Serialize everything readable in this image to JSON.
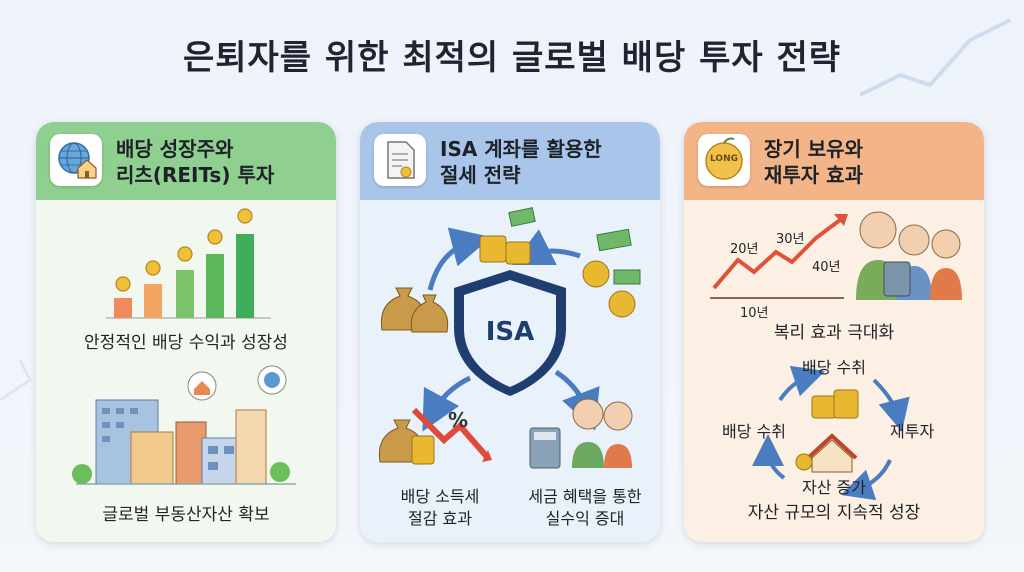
{
  "title": "은퇴자를 위한 최적의 글로벌 배당 투자 전략",
  "cards": [
    {
      "heading_line1": "배당 성장주와",
      "heading_line2": "리츠(REITs) 투자",
      "caption_top": "안정적인 배당 수익과 성장성",
      "caption_bottom": "글로벌 부동산자산 확보"
    },
    {
      "heading_line1": "ISA 계좌를 활용한",
      "heading_line2": "절세 전략",
      "shield_text": "ISA",
      "caption_left_line1": "배당 소득세",
      "caption_left_line2": "절감 효과",
      "caption_right_line1": "세금 혜택을 통한",
      "caption_right_line2": "실수익 증대",
      "percent_sign": "%"
    },
    {
      "heading_line1": "장기 보유와",
      "heading_line2": "재투자 효과",
      "badge": "LONG",
      "years": [
        "10년",
        "20년",
        "30년",
        "40년"
      ],
      "caption_mid": "복리 효과 극대화",
      "cycle_top": "배당 수취",
      "cycle_left": "배당 수취",
      "cycle_right": "재투자",
      "cycle_bottom": "자산 증가",
      "caption_bottom": "자산 규모의 지속적 성장"
    }
  ],
  "colors": {
    "card1_header": "#8fcf8f",
    "card2_header": "#a9c6ea",
    "card3_header": "#f3b488",
    "arrow_blue": "#4a7cc2",
    "arrow_red": "#e04a3a",
    "coin": "#e8b830"
  }
}
